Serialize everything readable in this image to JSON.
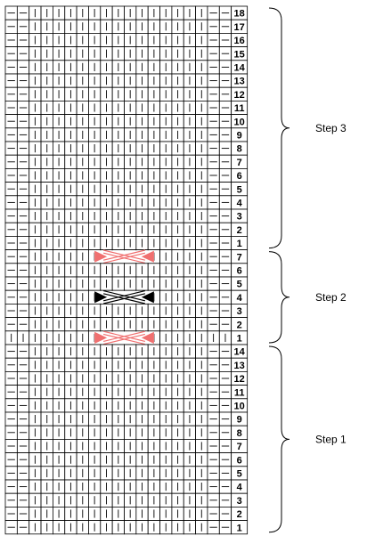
{
  "chart": {
    "columns": 20,
    "colors": {
      "grid": "#000000",
      "cable_red": "#f07070",
      "cable_black": "#000000",
      "background": "#ffffff"
    },
    "sections": [
      {
        "step_label": "Step 3",
        "rows": [
          {
            "num": "18",
            "pattern": "PP|||||||||||||||PP"
          },
          {
            "num": "17",
            "pattern": "PP|||||||||||||||PP"
          },
          {
            "num": "16",
            "pattern": "PP|||||||||||||||PP"
          },
          {
            "num": "15",
            "pattern": "PP|||||||||||||||PP"
          },
          {
            "num": "14",
            "pattern": "PP|||||||||||||||PP"
          },
          {
            "num": "13",
            "pattern": "PP|||||||||||||||PP"
          },
          {
            "num": "12",
            "pattern": "PP|||||||||||||||PP"
          },
          {
            "num": "11",
            "pattern": "PP|||||||||||||||PP"
          },
          {
            "num": "10",
            "pattern": "PP|||||||||||||||PP"
          },
          {
            "num": "9",
            "pattern": "PP|||||||||||||||PP"
          },
          {
            "num": "8",
            "pattern": "PP|||||||||||||||PP"
          },
          {
            "num": "7",
            "pattern": "PP|||||||||||||||PP"
          },
          {
            "num": "6",
            "pattern": "PP|||||||||||||||PP"
          },
          {
            "num": "5",
            "pattern": "PP|||||||||||||||PP"
          },
          {
            "num": "4",
            "pattern": "PP|||||||||||||||PP"
          },
          {
            "num": "3",
            "pattern": "PP|||||||||||||||PP"
          },
          {
            "num": "2",
            "pattern": "PP|||||||||||||||PP"
          },
          {
            "num": "1",
            "pattern": "PP|||||||||||||||PP"
          }
        ]
      },
      {
        "step_label": "Step 2",
        "rows": [
          {
            "num": "7",
            "pattern": "PP|||||||||||||||PP",
            "cable": "red"
          },
          {
            "num": "6",
            "pattern": "PP|||||||||||||||PP"
          },
          {
            "num": "5",
            "pattern": "PP|||||||||||||||PP"
          },
          {
            "num": "4",
            "pattern": "PP|||||||||||||||PP",
            "cable": "black"
          },
          {
            "num": "3",
            "pattern": "PP|||||||||||||||PP"
          },
          {
            "num": "2",
            "pattern": "PP|||||||||||||||PP"
          },
          {
            "num": "1",
            "pattern": "|||||||||||||||||||",
            "cable": "red"
          }
        ]
      },
      {
        "step_label": "Step 1",
        "rows": [
          {
            "num": "14",
            "pattern": "PP|||||||||||||||PP"
          },
          {
            "num": "13",
            "pattern": "PP|||||||||||||||PP"
          },
          {
            "num": "12",
            "pattern": "PP|||||||||||||||PP"
          },
          {
            "num": "11",
            "pattern": "PP|||||||||||||||PP"
          },
          {
            "num": "10",
            "pattern": "PP|||||||||||||||PP"
          },
          {
            "num": "9",
            "pattern": "PP|||||||||||||||PP"
          },
          {
            "num": "8",
            "pattern": "PP|||||||||||||||PP"
          },
          {
            "num": "7",
            "pattern": "PP|||||||||||||||PP"
          },
          {
            "num": "6",
            "pattern": "PP|||||||||||||||PP"
          },
          {
            "num": "5",
            "pattern": "PP|||||||||||||||PP"
          },
          {
            "num": "4",
            "pattern": "PP|||||||||||||||PP"
          },
          {
            "num": "3",
            "pattern": "PP|||||||||||||||PP"
          },
          {
            "num": "2",
            "pattern": "PP|||||||||||||||PP"
          },
          {
            "num": "1",
            "pattern": "PP|||||||||||||||PP"
          }
        ]
      }
    ]
  }
}
